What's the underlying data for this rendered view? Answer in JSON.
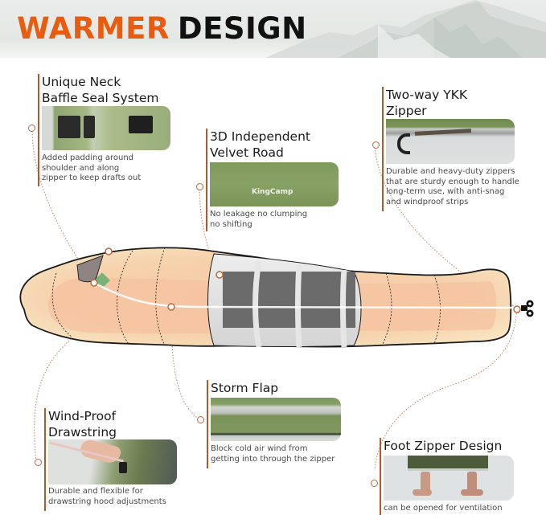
{
  "header": {
    "title_accent": "WARMER",
    "title_main": "DESIGN",
    "accent_color": "#e95c10",
    "background_image": "snowy-mountain-peaks"
  },
  "features": [
    {
      "id": "neck-baffle",
      "heading": "Unique Neck\nBaffle Seal System",
      "description": "Added padding around\nshoulder and along\nzipper to keep drafts out",
      "photo": "green-fabric-with-velcro-patches"
    },
    {
      "id": "velvet-road",
      "heading": "3D Independent\nVelvet Road",
      "description": "No leakage no clumping\nno shifting",
      "photo": "green-quilted-fabric",
      "photo_logo": "KingCamp"
    },
    {
      "id": "ykk-zipper",
      "heading": "Two-way YKK\nZipper",
      "description": "Durable and heavy-duty zippers\nthat are sturdy enough to handle\nlong-term use,  with anti-snag\nand windproof strips",
      "photo": "zipper-pull-closeup"
    },
    {
      "id": "storm-flap",
      "heading": "Storm Flap",
      "description": "Block cold air wind from\ngetting into through the zipper",
      "photo": "zipper-storm-flap-closeup"
    },
    {
      "id": "drawstring",
      "heading": "Wind-Proof\nDrawstring",
      "description": "Durable and flexible for\ndrawstring hood adjustments",
      "photo": "hand-pulling-drawstring"
    },
    {
      "id": "foot-zipper",
      "heading": "Foot Zipper Design",
      "description": "can be opened for ventilation",
      "photo": "feet-out-of-sleeping-bag"
    }
  ],
  "diagram": {
    "subject": "sleeping-bag-cutaway",
    "colors": {
      "shell": "#f7dfb8",
      "inner": "#f6c6a0",
      "cutaway_gray": "#6b6b6b",
      "baffle_white": "#e6e6e6",
      "callout_line": "#b8825f"
    }
  }
}
